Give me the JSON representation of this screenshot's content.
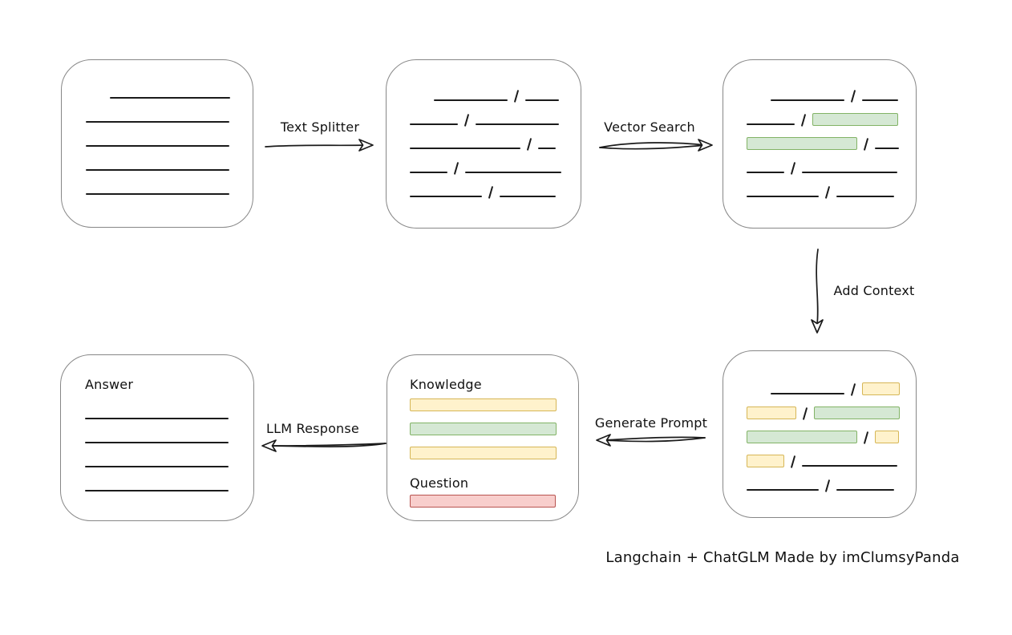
{
  "caption": "Langchain + ChatGLM Made by imClumsyPanda",
  "labels": {
    "knowledge": "Knowledge",
    "question": "Question",
    "answer": "Answer"
  },
  "arrows": [
    {
      "id": "text-splitter",
      "label": "Text Splitter",
      "from": "source-document",
      "to": "split-text",
      "direction": "right"
    },
    {
      "id": "vector-search",
      "label": "Vector Search",
      "from": "split-text",
      "to": "vector-matches",
      "direction": "right"
    },
    {
      "id": "add-context",
      "label": "Add Context",
      "from": "vector-matches",
      "to": "context-chunks",
      "direction": "down"
    },
    {
      "id": "generate-prompt",
      "label": "Generate Prompt",
      "from": "context-chunks",
      "to": "prompt",
      "direction": "left"
    },
    {
      "id": "llm-response",
      "label": "LLM Response",
      "from": "prompt",
      "to": "answer-document",
      "direction": "left"
    }
  ],
  "colors": {
    "green_fill": "#d5e8d4",
    "green_stroke": "#82b366",
    "yellow_fill": "#fff2cc",
    "yellow_stroke": "#d6b656",
    "red_fill": "#f8cecc",
    "red_stroke": "#b85450",
    "box_stroke": "#878787",
    "ink": "#1b1b1b"
  },
  "diagram": {
    "type": "flow",
    "boxes": [
      {
        "id": "source-document",
        "rows": [
          {
            "segs": [
              {
                "t": "gap",
                "w": 22
              },
              {
                "t": "line",
                "w": 150
              }
            ]
          },
          {
            "segs": [
              {
                "t": "line",
                "w": 179
              }
            ]
          },
          {
            "segs": [
              {
                "t": "line",
                "w": 179
              }
            ]
          },
          {
            "segs": [
              {
                "t": "line",
                "w": 179
              }
            ]
          },
          {
            "segs": [
              {
                "t": "line",
                "w": 179
              }
            ]
          }
        ]
      },
      {
        "id": "split-text",
        "rows": [
          {
            "segs": [
              {
                "t": "gap",
                "w": 22
              },
              {
                "t": "line",
                "w": 92
              },
              {
                "t": "slash"
              },
              {
                "t": "line",
                "w": 42
              }
            ]
          },
          {
            "segs": [
              {
                "t": "line",
                "w": 60
              },
              {
                "t": "slash"
              },
              {
                "t": "line",
                "w": 104
              }
            ]
          },
          {
            "segs": [
              {
                "t": "line",
                "w": 138
              },
              {
                "t": "slash"
              },
              {
                "t": "line",
                "w": 22
              }
            ]
          },
          {
            "segs": [
              {
                "t": "line",
                "w": 47
              },
              {
                "t": "slash"
              },
              {
                "t": "line",
                "w": 120
              }
            ]
          },
          {
            "segs": [
              {
                "t": "line",
                "w": 90
              },
              {
                "t": "slash"
              },
              {
                "t": "line",
                "w": 70
              }
            ]
          }
        ]
      },
      {
        "id": "vector-matches",
        "rows": [
          {
            "segs": [
              {
                "t": "gap",
                "w": 22
              },
              {
                "t": "line",
                "w": 92
              },
              {
                "t": "slash"
              },
              {
                "t": "line",
                "w": 45
              }
            ]
          },
          {
            "segs": [
              {
                "t": "line",
                "w": 60
              },
              {
                "t": "slash"
              },
              {
                "t": "chunk",
                "c": "green",
                "w": 107
              }
            ]
          },
          {
            "segs": [
              {
                "t": "chunk",
                "c": "green",
                "w": 138
              },
              {
                "t": "slash"
              },
              {
                "t": "line",
                "w": 30
              }
            ]
          },
          {
            "segs": [
              {
                "t": "line",
                "w": 47
              },
              {
                "t": "slash"
              },
              {
                "t": "line",
                "w": 119
              }
            ]
          },
          {
            "segs": [
              {
                "t": "line",
                "w": 90
              },
              {
                "t": "slash"
              },
              {
                "t": "line",
                "w": 72
              }
            ]
          }
        ]
      },
      {
        "id": "context-chunks",
        "rows": [
          {
            "segs": [
              {
                "t": "gap",
                "w": 22
              },
              {
                "t": "line",
                "w": 92
              },
              {
                "t": "slash"
              },
              {
                "t": "chunk",
                "c": "yellow",
                "w": 47
              }
            ]
          },
          {
            "segs": [
              {
                "t": "chunk",
                "c": "yellow",
                "w": 62
              },
              {
                "t": "slash"
              },
              {
                "t": "chunk",
                "c": "green",
                "w": 107
              }
            ]
          },
          {
            "segs": [
              {
                "t": "chunk",
                "c": "green",
                "w": 138
              },
              {
                "t": "slash"
              },
              {
                "t": "chunk",
                "c": "yellow",
                "w": 30
              }
            ]
          },
          {
            "segs": [
              {
                "t": "chunk",
                "c": "yellow",
                "w": 47
              },
              {
                "t": "slash"
              },
              {
                "t": "line",
                "w": 119
              }
            ]
          },
          {
            "segs": [
              {
                "t": "line",
                "w": 90
              },
              {
                "t": "slash"
              },
              {
                "t": "line",
                "w": 72
              }
            ]
          }
        ]
      },
      {
        "id": "prompt",
        "rows": [
          {
            "h": 36,
            "align": "center",
            "segs": [
              {
                "t": "label",
                "bind": "labels.knowledge",
                "name": "knowledge-label"
              }
            ]
          },
          {
            "align": "start",
            "segs": [
              {
                "t": "chunk",
                "c": "yellow",
                "w": 183
              }
            ]
          },
          {
            "align": "start",
            "segs": [
              {
                "t": "chunk",
                "c": "green",
                "w": 183
              }
            ]
          },
          {
            "align": "start",
            "segs": [
              {
                "t": "chunk",
                "c": "yellow",
                "w": 183
              }
            ]
          },
          {
            "align": "center",
            "segs": [
              {
                "t": "label",
                "bind": "labels.question",
                "name": "question-label"
              }
            ]
          },
          {
            "align": "start",
            "segs": [
              {
                "t": "chunk",
                "c": "red",
                "w": 182
              }
            ]
          }
        ]
      },
      {
        "id": "answer-document",
        "rows": [
          {
            "h": 36,
            "align": "center",
            "segs": [
              {
                "t": "label",
                "bind": "labels.answer",
                "name": "answer-label"
              }
            ]
          },
          {
            "segs": [
              {
                "t": "line",
                "w": 179
              }
            ]
          },
          {
            "segs": [
              {
                "t": "line",
                "w": 179
              }
            ]
          },
          {
            "segs": [
              {
                "t": "line",
                "w": 179
              }
            ]
          },
          {
            "segs": [
              {
                "t": "line",
                "w": 179
              }
            ]
          }
        ]
      }
    ]
  }
}
